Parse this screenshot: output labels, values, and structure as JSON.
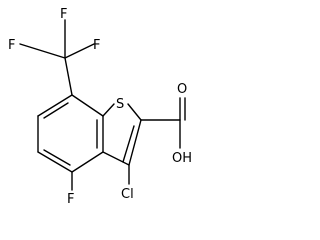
{
  "molecule": {
    "atoms": {
      "f_top_left": "F",
      "f_top_mid": "F",
      "f_top_right": "F",
      "sulfur": "S",
      "carbonyl_o": "O",
      "hydroxyl": "OH",
      "fluoro_ring": "F",
      "chloro": "Cl"
    },
    "colors": {
      "ink": "#000000",
      "background": "#ffffff"
    }
  }
}
